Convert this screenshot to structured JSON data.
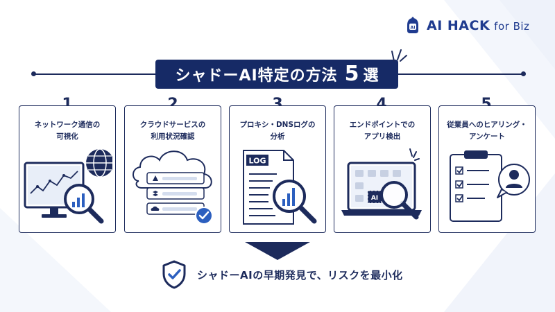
{
  "brand": {
    "name_main": "AI HACK",
    "name_sub": "for Biz",
    "icon": "robot-face-icon",
    "color": "#1f3b8f"
  },
  "title": {
    "main": "シャドーAI特定の方法",
    "number": "5",
    "suffix": "選"
  },
  "steps": [
    {
      "number": "1",
      "line1": "ネットワーク通信の",
      "line2": "可視化",
      "icon": "monitor-globe-magnifier-icon"
    },
    {
      "number": "2",
      "line1": "クラウドサービスの",
      "line2": "利用状況確認",
      "icon": "cloud-services-check-icon"
    },
    {
      "number": "3",
      "line1": "プロキシ・DNSログの",
      "line2": "分析",
      "icon": "log-document-magnifier-icon",
      "log_label": "LOG"
    },
    {
      "number": "4",
      "line1": "エンドポイントでの",
      "line2": "アプリ検出",
      "icon": "laptop-app-detect-icon",
      "ai_label": "AI"
    },
    {
      "number": "5",
      "line1": "従業員へのヒアリング・",
      "line2": "アンケート",
      "icon": "clipboard-survey-person-icon"
    }
  ],
  "footer": {
    "text": "シャドーAIの早期発見で、リスクを最小化",
    "icon": "shield-check-icon"
  },
  "colors": {
    "navy": "#1d2b5c",
    "banner": "#162a66",
    "accent_blue": "#1f3b8f",
    "light_blue": "#dfe7f5"
  }
}
